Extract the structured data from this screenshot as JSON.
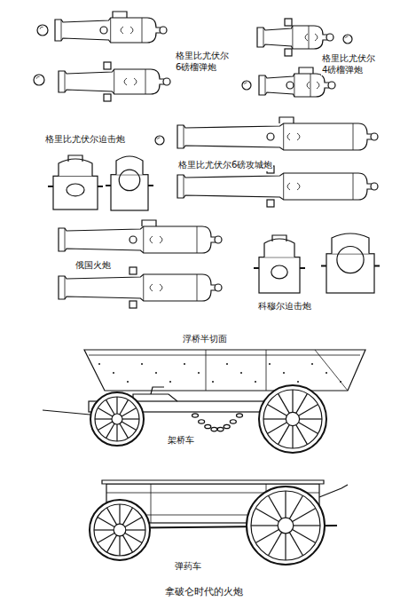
{
  "diagram": {
    "caption": "拿破仑时代的火炮",
    "labels": [
      "格里比尤伏尔 6磅榴弹炮",
      "格里比尤伏尔 4磅榴弹炮",
      "格里比尤伏尔迫击炮",
      "格里比尤伏尔6磅攻城炮",
      "俄国火炮",
      "科穆尔迫击炮",
      "浮桥半切面",
      "架桥车",
      "弹药车"
    ]
  }
}
